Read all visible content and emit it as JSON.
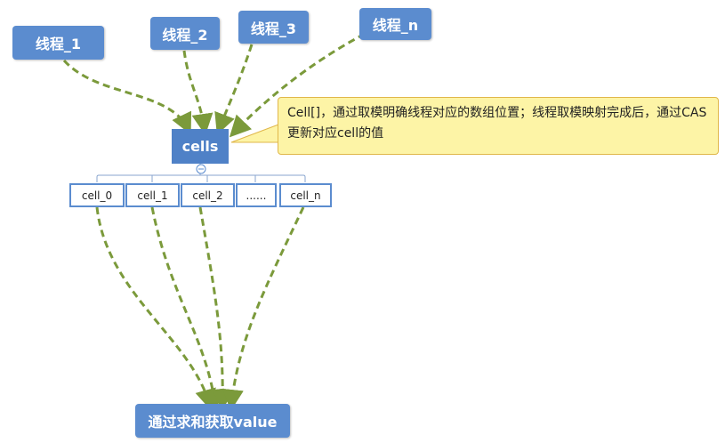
{
  "threads": [
    {
      "label": "线程_1"
    },
    {
      "label": "线程_2"
    },
    {
      "label": "线程_3"
    },
    {
      "label": "线程_n"
    }
  ],
  "cells_node": {
    "label": "cells"
  },
  "collapse_icon": "circle-minus",
  "cell_items": [
    {
      "label": "cell_0"
    },
    {
      "label": "cell_1"
    },
    {
      "label": "cell_2"
    },
    {
      "label": "......"
    },
    {
      "label": "cell_n"
    }
  ],
  "note": {
    "text": "Cell[]，通过取模明确线程对应的数组位置；线程取模映射完成后，通过CAS更新对应cell的值"
  },
  "result_node": {
    "label": "通过求和获取value"
  },
  "colors": {
    "node_blue": "#5b8ccf",
    "cells_blue": "#4f81c7",
    "arrow_green": "#7b9a3b",
    "note_fill": "#fdf4a6",
    "note_border": "#e0b74a"
  }
}
